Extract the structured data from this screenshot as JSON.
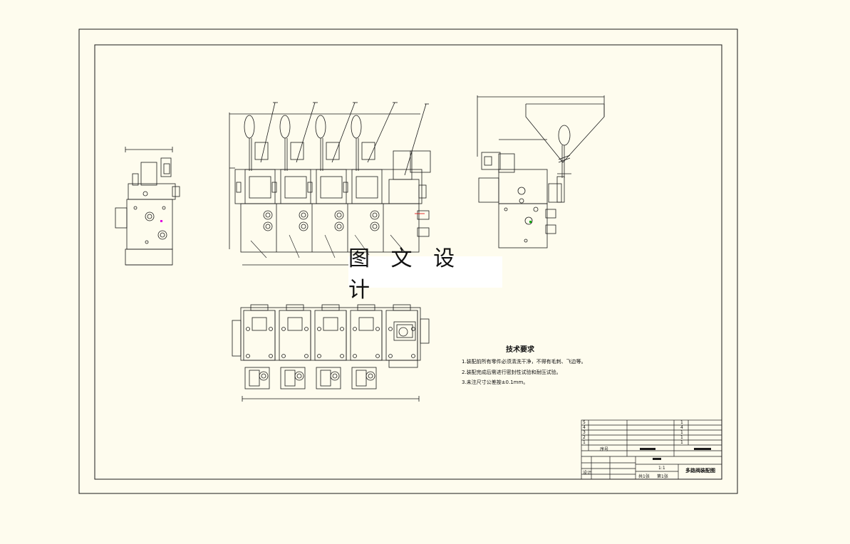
{
  "watermark": "图 文 设 计",
  "technical_requirements": {
    "title": "技术要求",
    "items": [
      "1.装配前所有零件必须清洗干净，不得有毛刺、飞边等。",
      "2.装配完成后需进行密封性试验和耐压试验。",
      "3.未注尺寸公差按±0.1mm。"
    ]
  },
  "title_block": {
    "drawing_name": "多路阀装配图",
    "scale": "1:1",
    "sheet_total": "共1张",
    "sheet_no": "第1张",
    "col_no": "序号",
    "row_label": "设计"
  },
  "bom": [
    {
      "no": "5",
      "qty": "1"
    },
    {
      "no": "4",
      "qty": "4"
    },
    {
      "no": "3",
      "qty": "1"
    },
    {
      "no": "2",
      "qty": "1"
    },
    {
      "no": "1",
      "qty": "1"
    }
  ],
  "colors": {
    "background": "#fefcee",
    "line": "#1a1a1a",
    "marker_magenta": "#e000e0",
    "marker_green": "#00b000",
    "marker_red": "#e00000"
  }
}
